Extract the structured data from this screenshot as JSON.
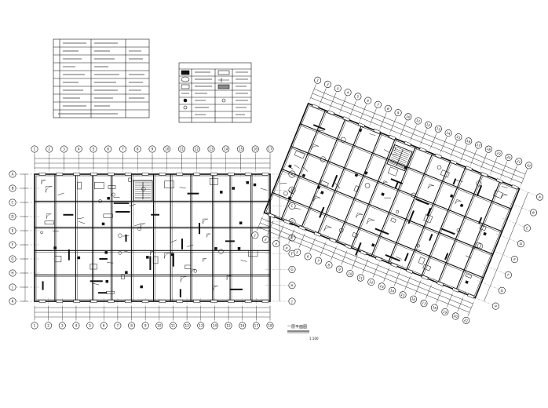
{
  "drawing": {
    "plan_title": "一层平面图",
    "scale_label": "1:100",
    "legend_title": "图例",
    "legend_items": [
      "1",
      "2",
      "3",
      "4",
      "5",
      "6",
      "7",
      "8"
    ],
    "table_rows": [
      "1",
      "2",
      "3",
      "4",
      "5",
      "6",
      "7",
      "8",
      "9",
      "10"
    ]
  },
  "left_plan": {
    "axis_labels_top": [
      "1",
      "2",
      "3",
      "4",
      "5",
      "6",
      "7",
      "8",
      "9",
      "10",
      "11",
      "12",
      "13",
      "14",
      "15",
      "16",
      "17"
    ],
    "axis_labels_bottom": [
      "1",
      "2",
      "3",
      "4",
      "5",
      "6",
      "7",
      "8",
      "9",
      "10",
      "11",
      "12",
      "13",
      "14",
      "15",
      "16",
      "17",
      "18"
    ],
    "axis_labels_left": [
      "A",
      "B",
      "C",
      "D",
      "E",
      "F",
      "G",
      "H",
      "J",
      "K"
    ],
    "axis_labels_right": [
      "A",
      "B",
      "C",
      "D",
      "E",
      "F",
      "G",
      "H",
      "J"
    ]
  },
  "right_plan": {
    "axis_labels_top": [
      "1",
      "2",
      "3",
      "4",
      "5",
      "6",
      "7",
      "8",
      "9",
      "10",
      "11",
      "12",
      "13",
      "14",
      "15",
      "16",
      "17",
      "18",
      "19",
      "20",
      "21",
      "22"
    ],
    "axis_labels_bottom": [
      "1",
      "2",
      "3",
      "4",
      "5",
      "6",
      "7",
      "8",
      "9",
      "10",
      "11",
      "12",
      "13",
      "14",
      "15",
      "16",
      "17",
      "18",
      "19",
      "20",
      "21"
    ],
    "axis_labels_right": [
      "A",
      "B",
      "C",
      "D",
      "E",
      "F",
      "G",
      "H"
    ]
  },
  "colors": {
    "ink": "#111111",
    "paper": "#ffffff",
    "grid": "#666666"
  }
}
